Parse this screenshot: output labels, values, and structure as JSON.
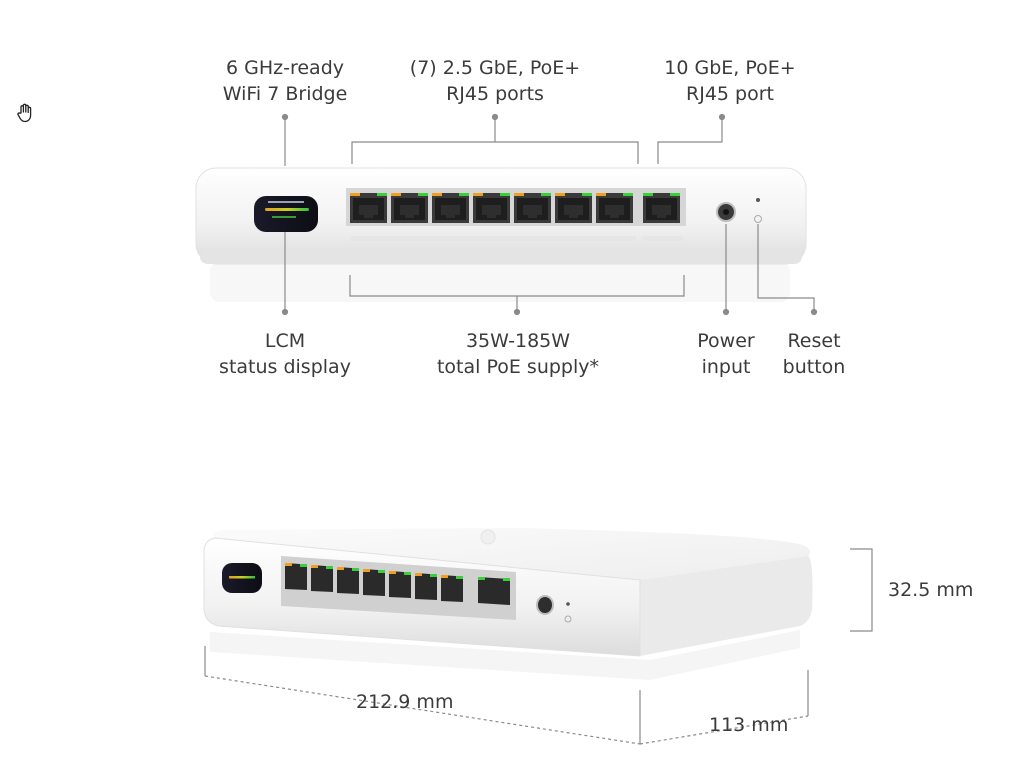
{
  "callouts": {
    "wifi_bridge": {
      "line1": "6 GHz-ready",
      "line2": "WiFi 7 Bridge"
    },
    "rj45_25": {
      "line1": "(7) 2.5 GbE, PoE+",
      "line2": "RJ45 ports"
    },
    "rj45_10": {
      "line1": "10 GbE, PoE+",
      "line2": "RJ45 port"
    },
    "lcm": {
      "line1": "LCM",
      "line2": "status display"
    },
    "poe_supply": {
      "line1": "35W-185W",
      "line2": "total PoE supply*"
    },
    "power": {
      "line1": "Power",
      "line2": "input"
    },
    "reset": {
      "line1": "Reset",
      "line2": "button"
    }
  },
  "dimensions": {
    "height": "32.5 mm",
    "width": "212.9 mm",
    "depth": "113 mm"
  },
  "icons": {
    "cursor": "hand-cursor-icon"
  },
  "colors": {
    "device_body": "#f3f3f3",
    "port_dark": "#2b2b2b",
    "led_green": "#3ccf3c",
    "led_orange": "#f0a020",
    "leader_line": "#8a8a8a",
    "text": "#3b3b3b"
  }
}
